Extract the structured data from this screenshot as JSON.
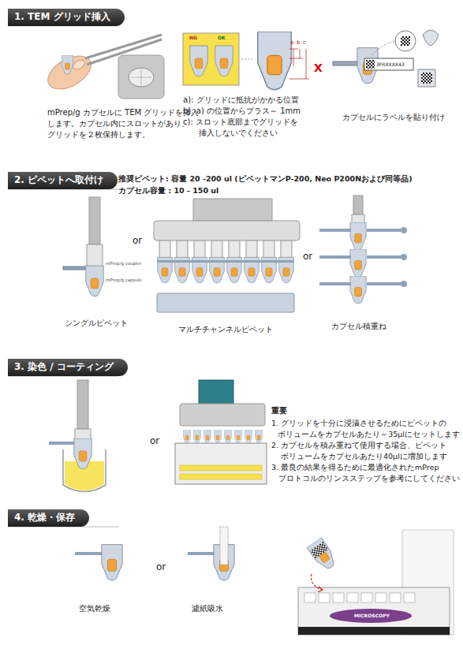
{
  "diagram": {
    "nodes": [
      {
        "text": [
          "1. TEM グリッド挿入"
        ]
      },
      {
        "text": [
          "2. ピペットへ取付け"
        ]
      },
      {
        "text": [
          "3. 染色 / コーティング"
        ]
      },
      {
        "text": [
          "4. 乾燥・保存"
        ]
      }
    ],
    "labels": [
      "mPrep/g カプセルに TEM グリッドを挿入",
      "します。カプセル内にスロットがあり、",
      "グリッドを２枚保持します。",
      "NG",
      "OK",
      "a",
      "b",
      "c",
      "X",
      "a): グリッドに抵抗がかかる位置",
      "b): a) の位置からプラス～ 1mm",
      "c): スロット底部までグリッドを",
      "挿入しないでください",
      "3FRXXXX43",
      "カプセルにラベルを貼り付け",
      "推奨ピペット: 容量 20 -200 ul (ピペットマンP-200, Neo P200Nおよび同等品)",
      "カプセル容量 : 10 - 150 ul",
      "or",
      "mPrep/g coupler",
      "mPrep/g capsule",
      "or",
      "シングルピペット",
      "マルチチャンネルピペット",
      "カプセル積重ね",
      "or",
      "重要",
      "1. グリッドを十分に浸漬させるためにピペットの",
      "ボリュームをカプセルあたり～35μlにセットします",
      "2. カプセルを積み重ねて使用する場合、ピペット",
      "ボリュームをカプセルあたり40μlに増加します",
      "3. 最良の結果を得るために最適化されたmPrep",
      "プロトコルのリンスステップを参考にしてください",
      "or",
      "空気乾燥",
      "濾紙吸水",
      "MICROSCOPY"
    ]
  }
}
